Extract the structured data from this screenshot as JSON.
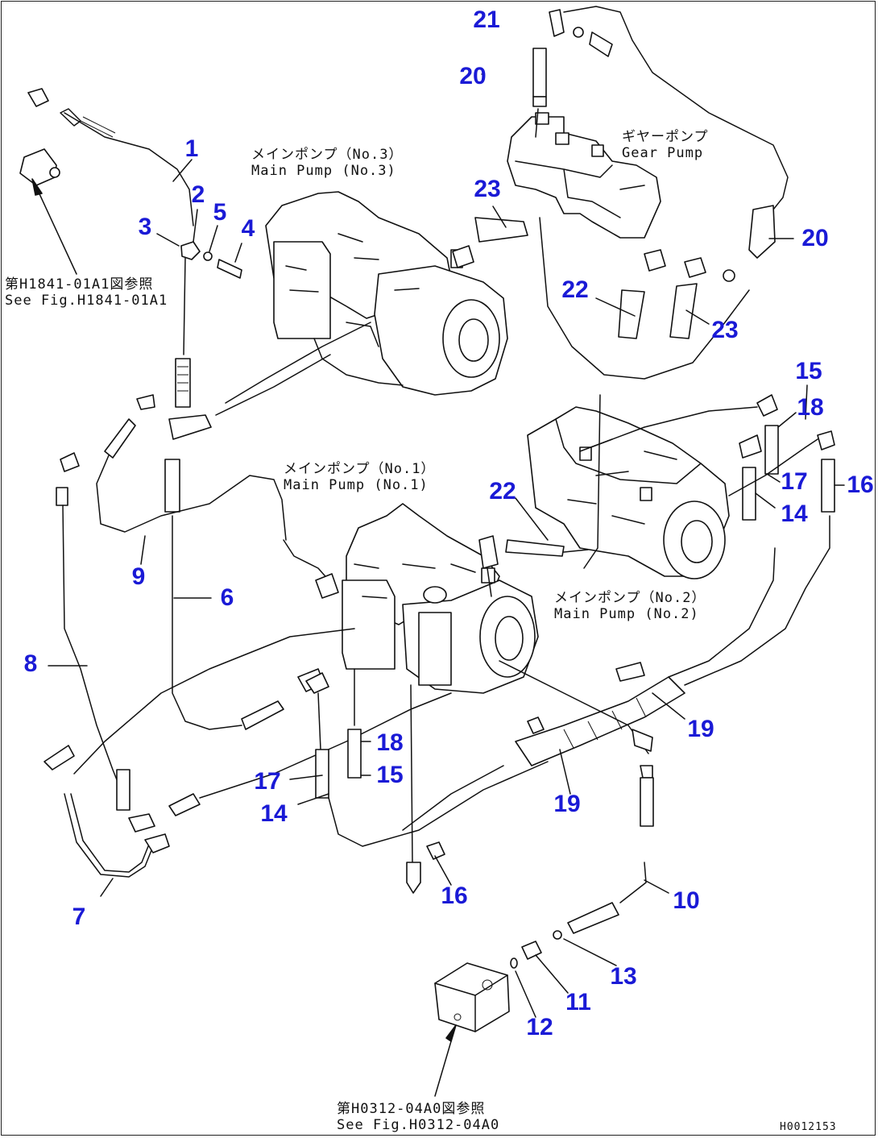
{
  "colors": {
    "callout": "#1a1ad6",
    "line": "#111111",
    "background": "#ffffff"
  },
  "callouts": {
    "p1": "1",
    "p2": "2",
    "p3": "3",
    "p4": "4",
    "p5": "5",
    "p6": "6",
    "p7": "7",
    "p8": "8",
    "p9": "9",
    "p10": "10",
    "p11": "11",
    "p12": "12",
    "p13": "13",
    "p14a": "14",
    "p14b": "14",
    "p15a": "15",
    "p15b": "15",
    "p16a": "16",
    "p16b": "16",
    "p17a": "17",
    "p17b": "17",
    "p18a": "18",
    "p18b": "18",
    "p19a": "19",
    "p19b": "19",
    "p20a": "20",
    "p20b": "20",
    "p21": "21",
    "p22a": "22",
    "p22b": "22",
    "p23a": "23",
    "p23b": "23"
  },
  "labels": {
    "main_pump_no3": {
      "jp": "メインポンプ（No.3）",
      "en": "Main Pump (No.3)"
    },
    "gear_pump": {
      "jp": "ギヤーポンプ",
      "en": "Gear Pump"
    },
    "main_pump_no1": {
      "jp": "メインポンプ（No.1）",
      "en": "Main Pump (No.1)"
    },
    "main_pump_no2": {
      "jp": "メインポンプ（No.2）",
      "en": "Main Pump (No.2)"
    },
    "see_fig_h1841": {
      "jp": "第H1841-01A1図参照",
      "en": "See Fig.H1841-01A1"
    },
    "see_fig_h0312": {
      "jp": "第H0312-04A0図参照",
      "en": "See Fig.H0312-04A0"
    }
  },
  "figure_code": "H0012153"
}
